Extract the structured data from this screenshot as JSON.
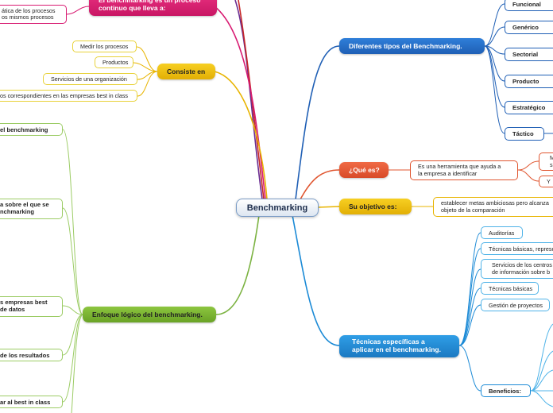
{
  "central": {
    "label": "Benchmarking"
  },
  "top_left": {
    "main": "El benchmarking es un proceso continuo que lleva a:",
    "child": "ática de los procesos\nos mismos procesos"
  },
  "consiste": {
    "label": "Consiste en",
    "items": [
      "Medir los procesos",
      "Productos",
      "Servicios de una organización",
      "os correspondientes en las empresas best in class"
    ]
  },
  "enfoque": {
    "label": "Enfoque lógico del benchmarking.",
    "items": [
      "el benchmarking",
      "a sobre el que se\nnchmarking",
      "s empresas best\nde datos",
      "de los resultados",
      "ar al best in class"
    ]
  },
  "tipos": {
    "label": "Diferentes tipos del Benchmarking.",
    "items": [
      "Funcional",
      "Genérico",
      "Sectorial",
      "Producto",
      "Estratégico",
      "Táctico"
    ]
  },
  "que_es": {
    "label": "¿Qué es?",
    "desc": "Es una herramienta que ayuda a\nla empresa a identificar",
    "subs": [
      "M\ns",
      "Y"
    ]
  },
  "objetivo": {
    "label": "Su objetivo es:",
    "desc": "establecer metas ambiciosas pero alcanza\nobjeto de la comparación"
  },
  "tecnicas": {
    "label": "Técnicas específicas a\naplicar en el benchmarking.",
    "items": [
      "Auditorías",
      "Técnicas básicas, represe",
      "Servicios de los centros\nde información sobre b",
      "Técnicas básicas",
      "Gestión de proyectos"
    ],
    "beneficios": "Beneficios:"
  },
  "colors": {
    "blue": "#1f5fb5",
    "sky": "#1b8ad6",
    "orange": "#e0552f",
    "gold": "#e8b400",
    "green": "#7cb342",
    "pink": "#d81b72",
    "purple": "#6a2c91",
    "red": "#c62828"
  }
}
